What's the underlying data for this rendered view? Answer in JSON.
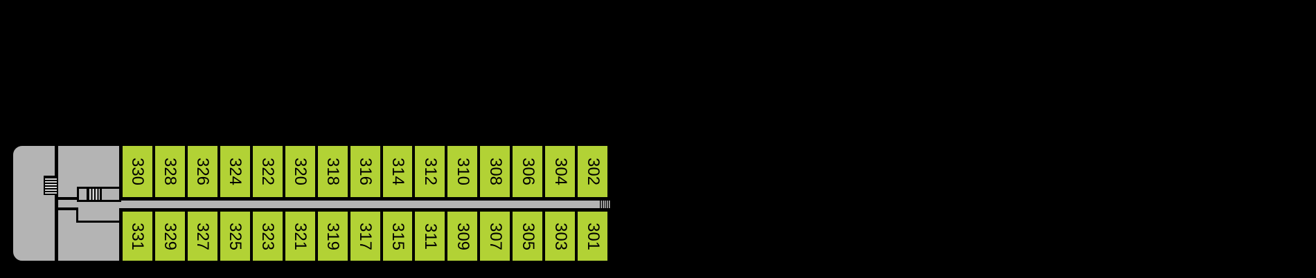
{
  "colors": {
    "background": "#000000",
    "deck": "#b4b4b4",
    "cabin": "#b2d235",
    "outline": "#000000",
    "cabin_text": "#000000",
    "stair_light": "#d8d8d8"
  },
  "deck_plan": {
    "cabins_top_row": [
      "330",
      "328",
      "326",
      "324",
      "322",
      "320",
      "318",
      "316",
      "314",
      "312",
      "310",
      "308",
      "306",
      "304",
      "302"
    ],
    "cabins_bottom_row": [
      "331",
      "329",
      "327",
      "325",
      "323",
      "321",
      "319",
      "317",
      "315",
      "311",
      "309",
      "307",
      "305",
      "303",
      "301"
    ],
    "icons": {
      "aft_stairs": "stairs-icon",
      "mid_stairs": "stairs-icon",
      "corridor_end_stairs": "stairs-icon"
    }
  }
}
